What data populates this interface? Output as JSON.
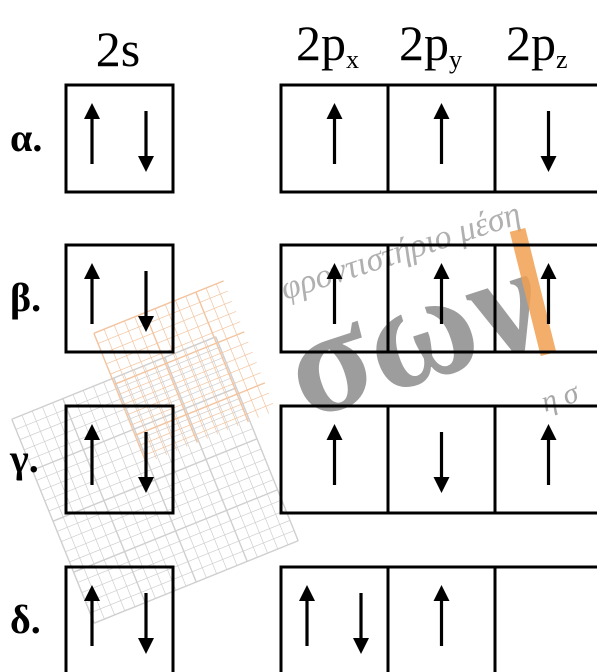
{
  "headers": {
    "s_orbital": "2s",
    "p_orbitals": [
      {
        "main": "2p",
        "sub": "x"
      },
      {
        "main": "2p",
        "sub": "y"
      },
      {
        "main": "2p",
        "sub": "z"
      }
    ]
  },
  "rows": [
    {
      "label": "α.",
      "s": [
        "up",
        "down"
      ],
      "p": [
        [
          "up"
        ],
        [
          "up"
        ],
        [
          "down"
        ]
      ]
    },
    {
      "label": "β.",
      "s": [
        "up",
        "down"
      ],
      "p": [
        [
          "up"
        ],
        [
          "up"
        ],
        [
          "up"
        ]
      ]
    },
    {
      "label": "γ.",
      "s": [
        "up",
        "down"
      ],
      "p": [
        [
          "up"
        ],
        [
          "down"
        ],
        [
          "up"
        ]
      ]
    },
    {
      "label": "δ.",
      "s": [
        "up",
        "down"
      ],
      "p": [
        [
          "up",
          "down"
        ],
        [
          "up"
        ],
        []
      ]
    }
  ],
  "watermark": {
    "line1": "φροντιστήριο μέση",
    "brand": "σων",
    "line2": "η σ",
    "colors": {
      "gray": "#9a9a9a",
      "orange": "#f0a050",
      "grid_gray": "#c8c8c8",
      "grid_orange": "#f4c49a"
    }
  }
}
